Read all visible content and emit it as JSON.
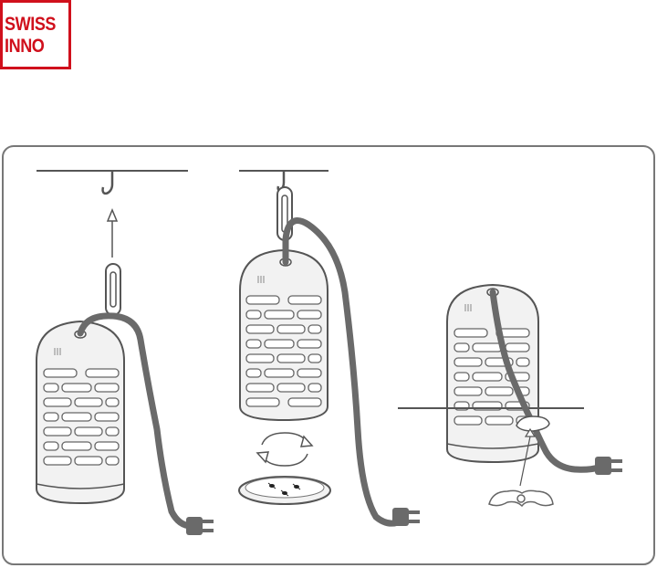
{
  "brand": {
    "line1": "SWISS",
    "line2": "INNO",
    "color": "#d0101c"
  },
  "colors": {
    "cord": "#6a6a6a",
    "outline": "#5a5a5a",
    "lamp_fill": "#f2f2f2",
    "frame": "#777777"
  },
  "steps": [
    {
      "icons": [
        "ceiling-hook-icon",
        "up-arrow-icon",
        "hanging-loop-icon",
        "lamp-icon",
        "power-cord-icon",
        "plug-icon"
      ]
    },
    {
      "icons": [
        "ceiling-hook-icon",
        "lamp-icon",
        "rotate-arrows-icon",
        "tray-icon",
        "insects-icon",
        "power-cord-icon",
        "plug-icon"
      ]
    },
    {
      "icons": [
        "table-surface-line",
        "lamp-icon",
        "cord-clip-icon",
        "power-cord-icon",
        "plug-icon"
      ]
    }
  ]
}
